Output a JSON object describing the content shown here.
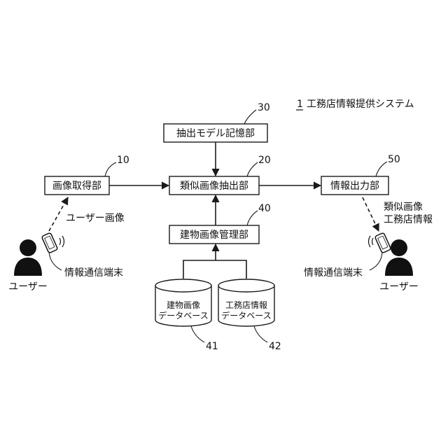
{
  "system": {
    "number": "1",
    "title": "工務店情報提供システム"
  },
  "boxes": {
    "image_acquisition": {
      "label": "画像取得部",
      "ref": "10"
    },
    "model_storage": {
      "label": "抽出モデル記憶部",
      "ref": "30"
    },
    "similar_extraction": {
      "label": "類似画像抽出部",
      "ref": "20"
    },
    "building_mgmt": {
      "label": "建物画像管理部",
      "ref": "40"
    },
    "info_output": {
      "label": "情報出力部",
      "ref": "50"
    }
  },
  "databases": [
    {
      "line1": "建物画像",
      "line2": "データベース",
      "ref": "41"
    },
    {
      "line1": "工務店情報",
      "line2": "データベース",
      "ref": "42"
    }
  ],
  "left_side": {
    "flow_label": "ユーザー画像",
    "terminal_label": "情報通信端末",
    "user_label": "ユーザー"
  },
  "right_side": {
    "flow_label_line1": "類似画像",
    "flow_label_line2": "工務店情報",
    "terminal_label": "情報通信端末",
    "user_label": "ユーザー"
  }
}
